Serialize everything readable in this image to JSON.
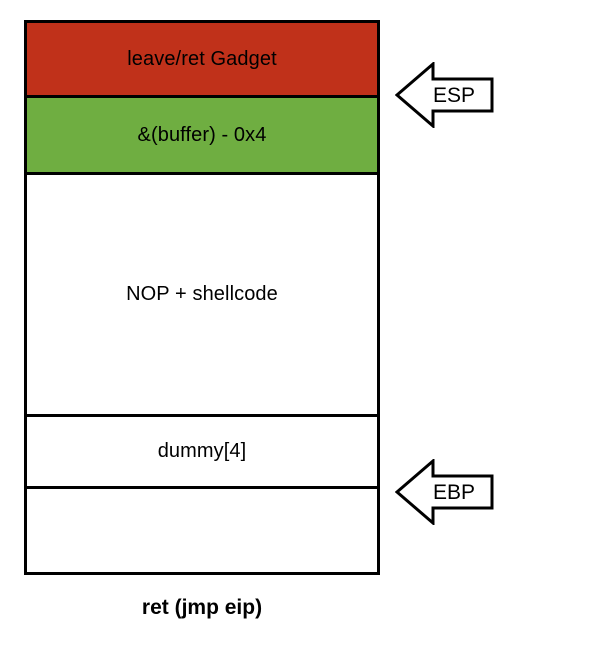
{
  "diagram": {
    "title_caption": "ret (jmp eip)",
    "stack": {
      "name": "stack-layout",
      "cells": [
        {
          "label": "leave/ret Gadget",
          "color": "#C0311A",
          "name": "stack-cell-gadget"
        },
        {
          "label": "&(buffer) - 0x4",
          "color": "#6FAE41",
          "name": "stack-cell-buffer-address"
        },
        {
          "label": "NOP + shellcode",
          "color": "#FFFFFF",
          "name": "stack-cell-nop-shellcode"
        },
        {
          "label": "dummy[4]",
          "color": "#FFFFFF",
          "name": "stack-cell-dummy"
        },
        {
          "label": "",
          "color": "#FFFFFF",
          "name": "stack-cell-empty"
        }
      ]
    },
    "pointers": [
      {
        "label": "ESP",
        "name": "pointer-esp",
        "points_to": "between leave/ret Gadget and &(buffer) - 0x4"
      },
      {
        "label": "EBP",
        "name": "pointer-ebp",
        "points_to": "between dummy[4] and bottom cell"
      }
    ],
    "colors": {
      "gadget_red": "#C0311A",
      "buffer_green": "#6FAE41",
      "outline_black": "#000000",
      "background_white": "#FFFFFF"
    }
  }
}
